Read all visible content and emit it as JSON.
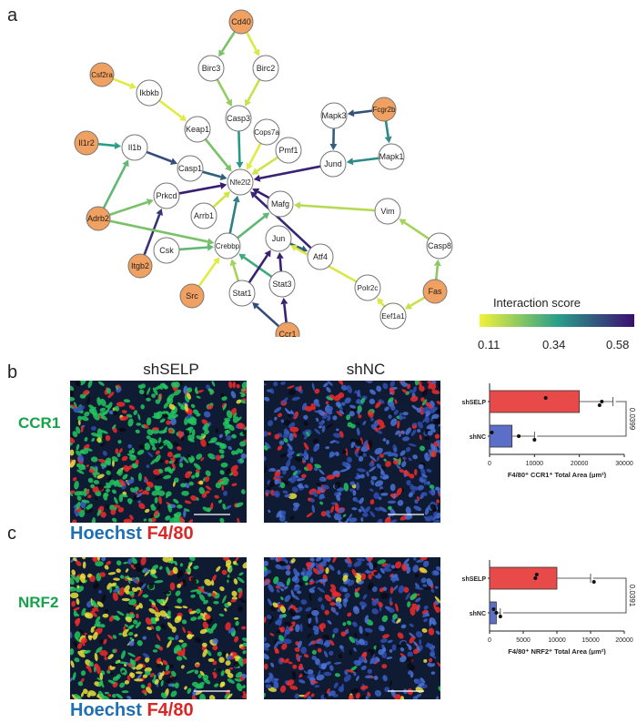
{
  "panels": {
    "a": "a",
    "b": "b",
    "c": "c"
  },
  "network": {
    "legend_title": "Interaction score",
    "legend_ticks": [
      "0.11",
      "0.34",
      "0.58"
    ],
    "colors": {
      "low": "#e8e83a",
      "mid": "#2aa08a",
      "high": "#3b0f70",
      "hub_fill": "#f0a060",
      "node_fill": "#ffffff"
    },
    "nodes": [
      {
        "id": "Cd40",
        "hub": true
      },
      {
        "id": "Birc3",
        "hub": false
      },
      {
        "id": "Birc2",
        "hub": false
      },
      {
        "id": "Csf2ra",
        "hub": true
      },
      {
        "id": "Ikbkb",
        "hub": false
      },
      {
        "id": "Keap1",
        "hub": false
      },
      {
        "id": "Casp3",
        "hub": false
      },
      {
        "id": "Cops7a",
        "hub": false
      },
      {
        "id": "Pmf1",
        "hub": false
      },
      {
        "id": "Mapk3",
        "hub": false
      },
      {
        "id": "Fcgr2b",
        "hub": true
      },
      {
        "id": "Il1r2",
        "hub": true
      },
      {
        "id": "Il1b",
        "hub": false
      },
      {
        "id": "Casp1",
        "hub": false
      },
      {
        "id": "Nfe2l2",
        "hub": false
      },
      {
        "id": "Jund",
        "hub": false
      },
      {
        "id": "Mapk1",
        "hub": false
      },
      {
        "id": "Adrb2",
        "hub": true
      },
      {
        "id": "Prkcd",
        "hub": false
      },
      {
        "id": "Arrb1",
        "hub": false
      },
      {
        "id": "Mafg",
        "hub": false
      },
      {
        "id": "Vim",
        "hub": false
      },
      {
        "id": "Casp8",
        "hub": false
      },
      {
        "id": "Csk",
        "hub": false
      },
      {
        "id": "Crebbp",
        "hub": false
      },
      {
        "id": "Jun",
        "hub": false
      },
      {
        "id": "Atf4",
        "hub": false
      },
      {
        "id": "Itgb2",
        "hub": true
      },
      {
        "id": "Polr2c",
        "hub": false
      },
      {
        "id": "Fas",
        "hub": true
      },
      {
        "id": "Stat3",
        "hub": false
      },
      {
        "id": "Stat1",
        "hub": false
      },
      {
        "id": "Src",
        "hub": true
      },
      {
        "id": "Eef1a1",
        "hub": false
      },
      {
        "id": "Ccr1",
        "hub": true
      }
    ],
    "edges": [
      {
        "from": "Cd40",
        "to": "Birc3",
        "score": 0.25
      },
      {
        "from": "Cd40",
        "to": "Birc2",
        "score": 0.14
      },
      {
        "from": "Birc3",
        "to": "Casp3",
        "score": 0.22
      },
      {
        "from": "Birc2",
        "to": "Casp3",
        "score": 0.16
      },
      {
        "from": "Csf2ra",
        "to": "Ikbkb",
        "score": 0.13
      },
      {
        "from": "Ikbkb",
        "to": "Keap1",
        "score": 0.13
      },
      {
        "from": "Keap1",
        "to": "Nfe2l2",
        "score": 0.25
      },
      {
        "from": "Casp3",
        "to": "Nfe2l2",
        "score": 0.36
      },
      {
        "from": "Cops7a",
        "to": "Nfe2l2",
        "score": 0.13
      },
      {
        "from": "Pmf1",
        "to": "Nfe2l2",
        "score": 0.15
      },
      {
        "from": "Fcgr2b",
        "to": "Mapk3",
        "score": 0.48
      },
      {
        "from": "Fcgr2b",
        "to": "Mapk1",
        "score": 0.38
      },
      {
        "from": "Mapk3",
        "to": "Jund",
        "score": 0.45
      },
      {
        "from": "Mapk1",
        "to": "Jund",
        "score": 0.38
      },
      {
        "from": "Jund",
        "to": "Nfe2l2",
        "score": 0.55
      },
      {
        "from": "Il1r2",
        "to": "Il1b",
        "score": 0.35
      },
      {
        "from": "Il1b",
        "to": "Casp1",
        "score": 0.48
      },
      {
        "from": "Casp1",
        "to": "Nfe2l2",
        "score": 0.45
      },
      {
        "from": "Adrb2",
        "to": "Il1b",
        "score": 0.28
      },
      {
        "from": "Adrb2",
        "to": "Prkcd",
        "score": 0.25
      },
      {
        "from": "Prkcd",
        "to": "Nfe2l2",
        "score": 0.56
      },
      {
        "from": "Itgb2",
        "to": "Prkcd",
        "score": 0.52
      },
      {
        "from": "Adrb2",
        "to": "Crebbp",
        "score": 0.25
      },
      {
        "from": "Arrb1",
        "to": "Nfe2l2",
        "score": 0.15
      },
      {
        "from": "Mafg",
        "to": "Nfe2l2",
        "score": 0.56
      },
      {
        "from": "Vim",
        "to": "Mafg",
        "score": 0.18
      },
      {
        "from": "Casp8",
        "to": "Vim",
        "score": 0.2
      },
      {
        "from": "Fas",
        "to": "Casp8",
        "score": 0.23
      },
      {
        "from": "Csk",
        "to": "Crebbp",
        "score": 0.28
      },
      {
        "from": "Crebbp",
        "to": "Nfe2l2",
        "score": 0.4
      },
      {
        "from": "Crebbp",
        "to": "Mafg",
        "score": 0.28
      },
      {
        "from": "Jun",
        "to": "Atf4",
        "score": 0.45
      },
      {
        "from": "Atf4",
        "to": "Nfe2l2",
        "score": 0.54
      },
      {
        "from": "Fas",
        "to": "Eef1a1",
        "score": 0.16
      },
      {
        "from": "Eef1a1",
        "to": "Polr2c",
        "score": 0.14
      },
      {
        "from": "Polr2c",
        "to": "Jun",
        "score": 0.14
      },
      {
        "from": "Stat3",
        "to": "Crebbp",
        "score": 0.32
      },
      {
        "from": "Stat3",
        "to": "Jun",
        "score": 0.55
      },
      {
        "from": "Stat1",
        "to": "Crebbp",
        "score": 0.2
      },
      {
        "from": "Stat1",
        "to": "Jun",
        "score": 0.55
      },
      {
        "from": "Src",
        "to": "Crebbp",
        "score": 0.13
      },
      {
        "from": "Ccr1",
        "to": "Stat1",
        "score": 0.48
      },
      {
        "from": "Ccr1",
        "to": "Stat3",
        "score": 0.55
      }
    ]
  },
  "imaging": {
    "col_titles": [
      "shSELP",
      "shNC"
    ],
    "row_labels": [
      "CCR1",
      "NRF2"
    ],
    "legend": {
      "hoechst": "Hoechst",
      "f480": "F4/80"
    },
    "colors": {
      "green": "#16a34a",
      "blue": "#1f6fb5",
      "red": "#dc2626"
    }
  },
  "chart_data": [
    {
      "type": "bar",
      "orientation": "horizontal",
      "categories": [
        "shSELP",
        "shNC"
      ],
      "values": [
        20000,
        5000
      ],
      "errors": [
        7500,
        5000
      ],
      "points": [
        [
          12500,
          25000,
          24500
        ],
        [
          500,
          6500,
          10000
        ]
      ],
      "colors": [
        "#e84a4a",
        "#5b6fc9"
      ],
      "xlabel": "F4/80⁺ CCR1⁺ Total Area (μm²)",
      "xlim": [
        0,
        30000
      ],
      "xticks": [
        "0",
        "10000",
        "20000",
        "30000"
      ],
      "pvalue": "0.0399"
    },
    {
      "type": "bar",
      "orientation": "horizontal",
      "categories": [
        "shSELP",
        "shNC"
      ],
      "values": [
        10000,
        1000
      ],
      "errors": [
        5000,
        600
      ],
      "points": [
        [
          7000,
          6800,
          15500
        ],
        [
          600,
          1000,
          1600
        ]
      ],
      "colors": [
        "#e84a4a",
        "#5b6fc9"
      ],
      "xlabel": "F4/80⁺ NRF2⁺ Total Area (μm²)",
      "xlim": [
        0,
        20000
      ],
      "xticks": [
        "0",
        "5000",
        "10000",
        "15000",
        "20000"
      ],
      "pvalue": "0.0391"
    }
  ]
}
